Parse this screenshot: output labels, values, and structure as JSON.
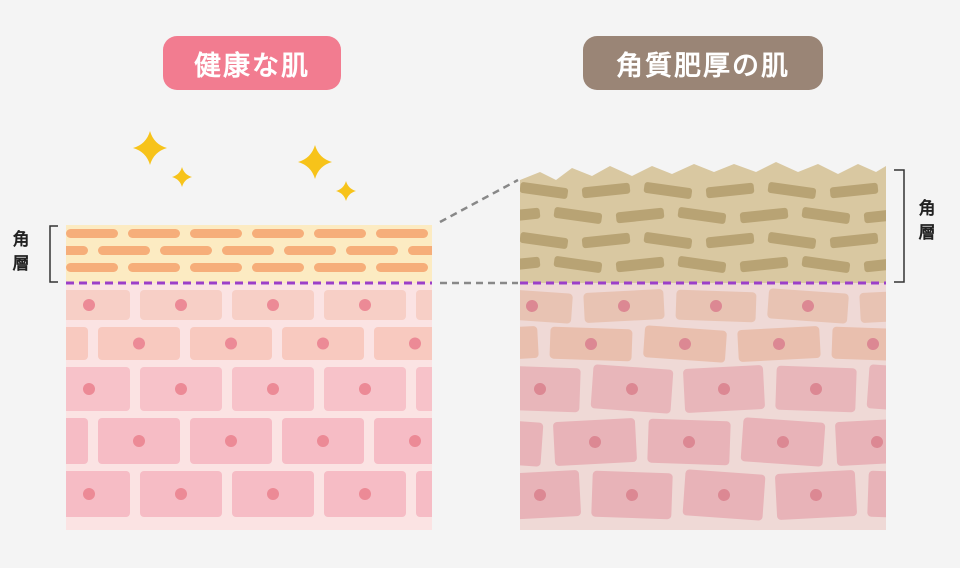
{
  "titles": {
    "healthy": "健康な肌",
    "thick": "角質肥厚の肌"
  },
  "labels": {
    "stratum_left": [
      "角",
      "層"
    ],
    "stratum_right": [
      "角",
      "層"
    ]
  },
  "colors": {
    "background": "#f4f4f4",
    "healthy_pill": "#f27c90",
    "thick_pill": "#9a8576",
    "sparkle": "#f7c31a",
    "horny_layer_healthy": "#fcebc2",
    "horny_cell_healthy": "#f6ae7a",
    "horny_layer_thick": "#d9c8a1",
    "horny_cell_thick": "#b8a374",
    "boundary_dash": "#9b3fc9",
    "cell_nucleus": "#ec8a96"
  }
}
